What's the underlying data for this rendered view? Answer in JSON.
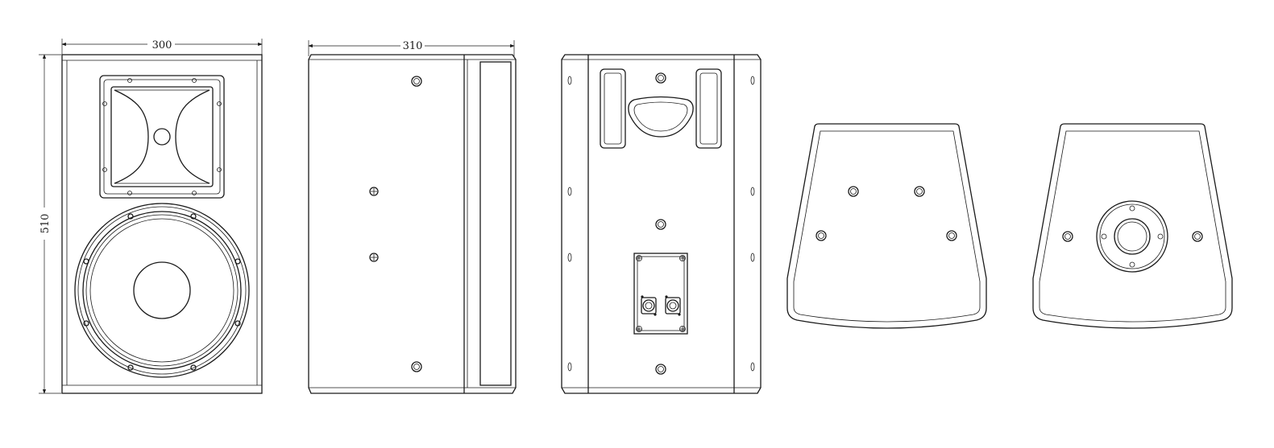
{
  "drawing": {
    "views": [
      "front-view",
      "side-view",
      "rear-view",
      "top-view",
      "bottom-view"
    ],
    "dimensions": {
      "front_width": "300",
      "side_depth": "310",
      "height": "510"
    }
  }
}
